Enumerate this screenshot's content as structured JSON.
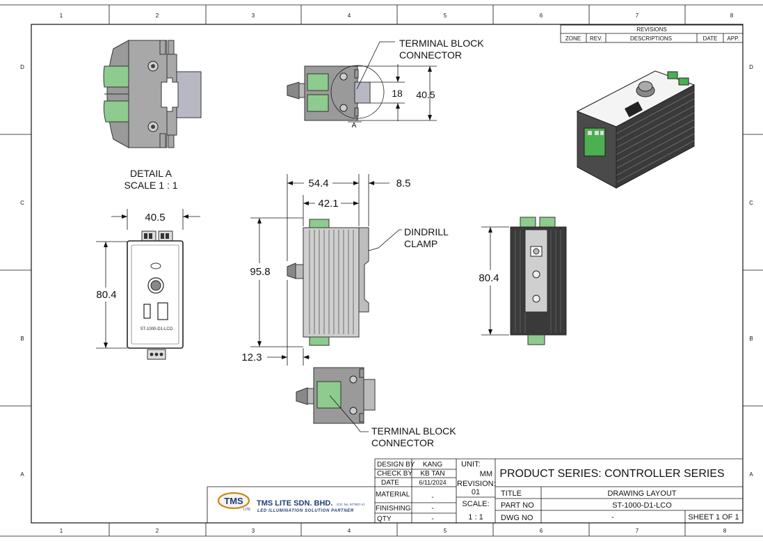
{
  "grid": {
    "columns": [
      "1",
      "2",
      "3",
      "4",
      "5",
      "6",
      "7",
      "8"
    ],
    "rows": [
      "D",
      "C",
      "B",
      "A"
    ]
  },
  "revisions": {
    "title": "REVISIONS",
    "headers": [
      "ZONE",
      "REV.",
      "DESCRIPTIONS",
      "DATE",
      "APP."
    ]
  },
  "views": {
    "detail": {
      "title": "DETAIL A",
      "scale": "SCALE 1 : 1"
    },
    "top": {
      "callout": [
        "TERMINAL BLOCK",
        "CONNECTOR"
      ],
      "detail_marker": "A",
      "dims": {
        "inner": "18",
        "outer": "40.5"
      }
    },
    "front": {
      "width": "40.5",
      "height": "80.4",
      "label": "ST-1000-D1-LCO"
    },
    "side": {
      "dim_overall": "54.4",
      "dim_body": "42.1",
      "dim_clamp": "8.5",
      "dim_height": "95.8",
      "dim_knob": "12.3",
      "callout": [
        "DINDRILL",
        "CLAMP"
      ]
    },
    "back": {
      "height": "80.4"
    },
    "bottom": {
      "callout": [
        "TERMINAL BLOCK",
        "CONNECTOR"
      ]
    }
  },
  "title_block": {
    "design_by_label": "DESIGN BY",
    "design_by": "KANG",
    "check_by_label": "CHECK BY",
    "check_by": "KB TAN",
    "date_label": "DATE",
    "date": "6/11/2024",
    "material_label": "MATERIAL",
    "material": "-",
    "finishing_label": "FINISHING",
    "finishing": "-",
    "qty_label": "QTY",
    "qty": "-",
    "unit_label": "UNIT:",
    "unit": "MM",
    "revision_label": "REVISION:",
    "revision": "01",
    "scale_label": "SCALE:",
    "scale": "1 : 1",
    "product_series": "PRODUCT SERIES:  CONTROLLER SERIES",
    "title_label": "TITLE",
    "title": "DRAWING LAYOUT",
    "part_no_label": "PART NO",
    "part_no": "ST-1000-D1-LCO",
    "dwg_no_label": "DWG NO",
    "dwg_no": "-",
    "sheet": "SHEET 1 OF 1"
  },
  "company": {
    "logo": "TMS",
    "logo_sub": "LITE",
    "name": "TMS LITE SDN. BHD.",
    "reg": "(CO. No. 977937-V)",
    "tagline": "LED ILLUMINATION SOLUTION PARTNER"
  }
}
